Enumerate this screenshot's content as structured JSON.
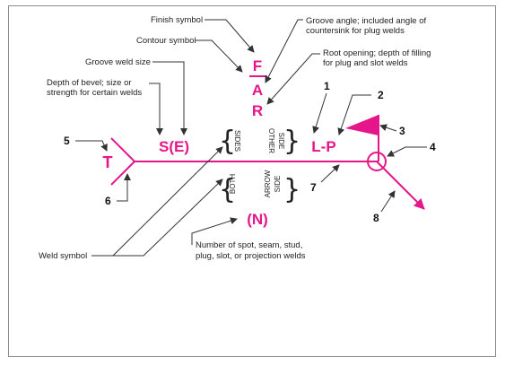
{
  "colors": {
    "accent": "#e6168a",
    "text": "#222222",
    "frame": "#8a8a8a"
  },
  "symbols": {
    "finish": "F",
    "groove_angle": "A",
    "root_opening": "R",
    "size": "S(E)",
    "tail": "T",
    "length_pitch": "L-P",
    "number_of_welds": "(N)"
  },
  "labels": {
    "finish_symbol": "Finish symbol",
    "contour_symbol": "Contour symbol",
    "groove_weld_size": "Groove weld size",
    "depth_bevel_1": "Depth of bevel;  size or",
    "depth_bevel_2": "strength for certain welds",
    "groove_angle_1": "Groove angle; included angle of",
    "groove_angle_2": "countersink for plug welds",
    "root_opening_1": "Root opening; depth of filling",
    "root_opening_2": "for plug and slot welds",
    "weld_symbol": "Weld symbol",
    "num_welds_1": "Number of spot, seam, stud,",
    "num_welds_2": "plug, slot, or projection welds"
  },
  "side_text": {
    "sides": "SIDES",
    "other_1": "OTHER",
    "other_2": "SIDE",
    "both": "BOTH",
    "arrow_1": "ARROW",
    "arrow_2": "SIDE"
  },
  "numbers": {
    "n1": "1",
    "n2": "2",
    "n3": "3",
    "n4": "4",
    "n5": "5",
    "n6": "6",
    "n7": "7",
    "n8": "8"
  }
}
